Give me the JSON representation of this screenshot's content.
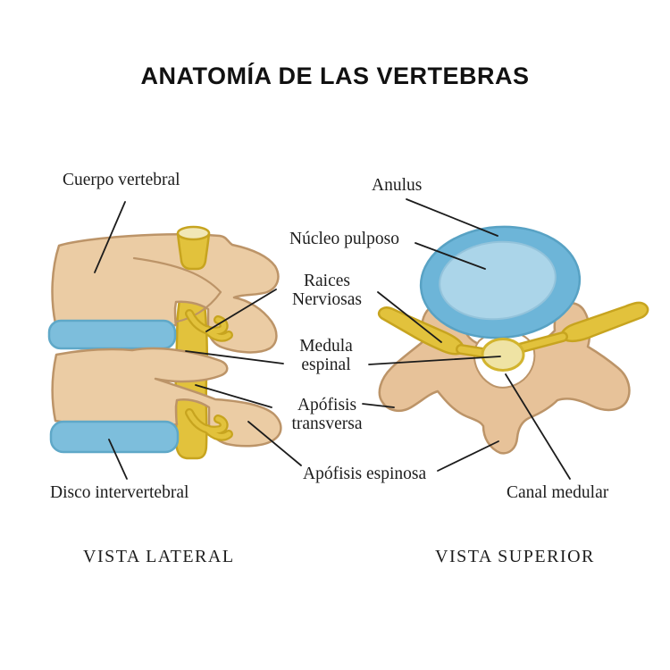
{
  "title": "ANATOMÍA DE LAS VERTEBRAS",
  "labels": {
    "cuerpo_vertebral": "Cuerpo vertebral",
    "anulus": "Anulus",
    "nucleo_pulposo": "Núcleo pulposo",
    "raices_nerviosas": "Raices Nerviosas",
    "medula_espinal": "Medula espinal",
    "apofisis_transversa": "Apófisis transversa",
    "apofisis_espinosa": "Apófisis espinosa",
    "disco_intervertebral": "Disco intervertebral",
    "canal_medular": "Canal medular"
  },
  "captions": {
    "lateral": "VISTA LATERAL",
    "superior": "VISTA SUPERIOR"
  },
  "colors": {
    "bone": "#EBCCA4",
    "bone-sup": "#E7C299",
    "bone-outline": "#BC9468",
    "disc": "#7DBEDC",
    "disc-outline": "#5FA8C8",
    "anulus": "#6DB5D8",
    "anulus-outline": "#58A2C4",
    "nucleus": "#ABD5E9",
    "nucleus-outline": "#93C3DB",
    "nerve": "#E2C23C",
    "nerve-outline": "#C7A41F",
    "cyl-top": "#F1E7B6",
    "cord": "#EFE3A4",
    "cord-outline": "#D2B42E",
    "line": "#1C1C1C",
    "text": "#1D1D1D",
    "background": "#FFFFFF"
  }
}
